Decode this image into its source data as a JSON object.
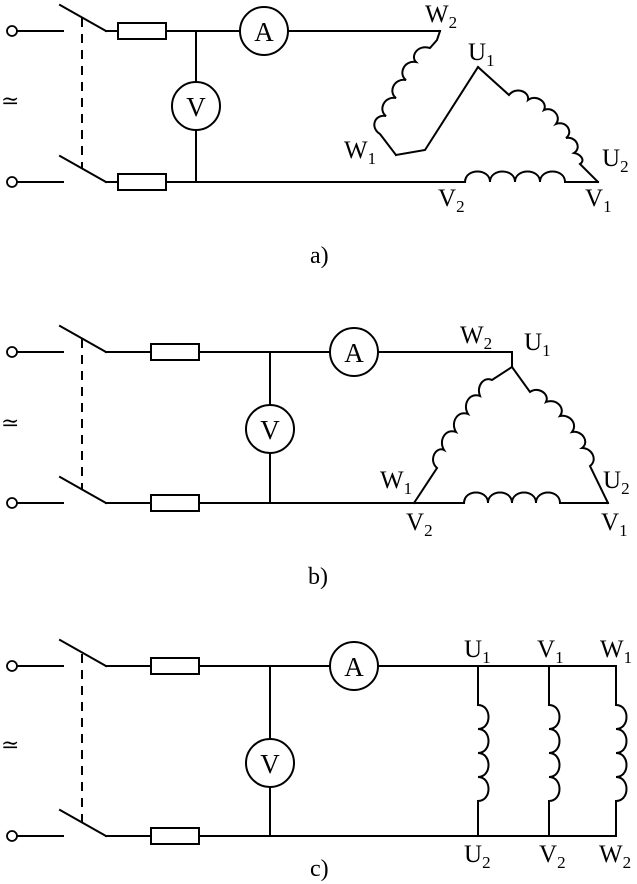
{
  "figure": {
    "panels": [
      {
        "id": "a",
        "caption": "a)",
        "connection": "delta-open",
        "source_symbol": "≃",
        "ammeter_label": "A",
        "voltmeter_label": "V",
        "terminals": {
          "W2": {
            "main": "W",
            "sub": "2"
          },
          "U1": {
            "main": "U",
            "sub": "1"
          },
          "W1": {
            "main": "W",
            "sub": "1"
          },
          "U2": {
            "main": "U",
            "sub": "2"
          },
          "V2": {
            "main": "V",
            "sub": "2"
          },
          "V1": {
            "main": "V",
            "sub": "1"
          }
        }
      },
      {
        "id": "b",
        "caption": "b)",
        "connection": "delta",
        "source_symbol": "≃",
        "ammeter_label": "A",
        "voltmeter_label": "V",
        "terminals": {
          "W2": {
            "main": "W",
            "sub": "2"
          },
          "U1": {
            "main": "U",
            "sub": "1"
          },
          "W1": {
            "main": "W",
            "sub": "1"
          },
          "U2": {
            "main": "U",
            "sub": "2"
          },
          "V2": {
            "main": "V",
            "sub": "2"
          },
          "V1": {
            "main": "V",
            "sub": "1"
          }
        }
      },
      {
        "id": "c",
        "caption": "c)",
        "connection": "parallel",
        "source_symbol": "≃",
        "ammeter_label": "A",
        "voltmeter_label": "V",
        "terminals": {
          "U1": {
            "main": "U",
            "sub": "1"
          },
          "V1": {
            "main": "V",
            "sub": "1"
          },
          "W1": {
            "main": "W",
            "sub": "1"
          },
          "U2": {
            "main": "U",
            "sub": "2"
          },
          "V2": {
            "main": "V",
            "sub": "2"
          },
          "W2": {
            "main": "W",
            "sub": "2"
          }
        }
      }
    ]
  }
}
